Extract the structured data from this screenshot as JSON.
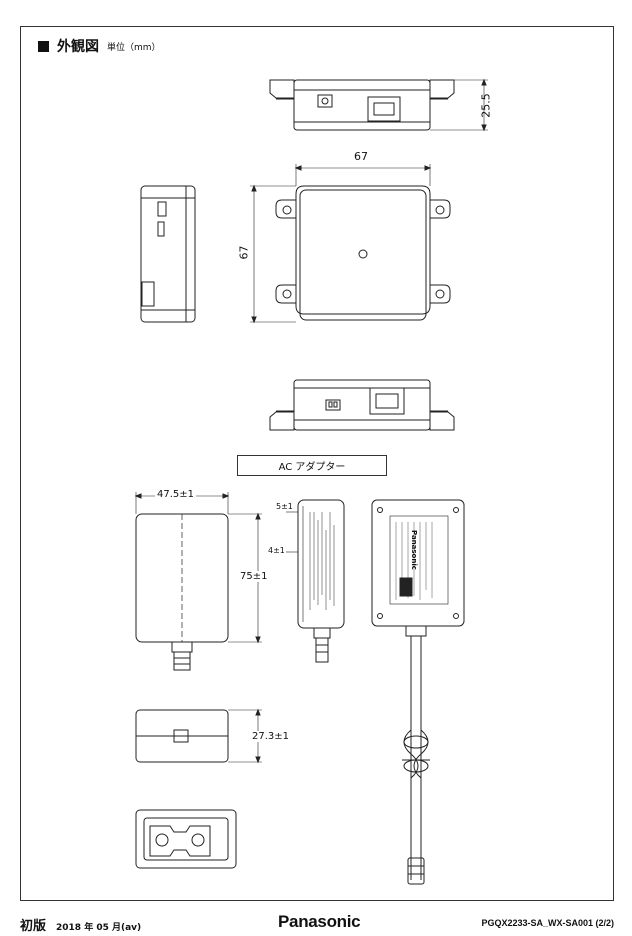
{
  "header": {
    "title": "外観図",
    "unit_label": "単位（mm）"
  },
  "main_unit": {
    "dim_height": "25.5",
    "dim_width": "67",
    "dim_depth": "67"
  },
  "adapter": {
    "label": "AC アダプター",
    "dim_width": "47.5±1",
    "dim_height": "75±1",
    "dim_thickness": "27.3±1",
    "dim_side_a": "5±1",
    "dim_side_b": "4±1",
    "brand_small": "Panasonic"
  },
  "footer": {
    "edition": "初版",
    "date": "2018 年 05 月(av)",
    "brand": "Panasonic",
    "doc_number": "PGQX2233-SA_WX-SA001  (2/2)"
  }
}
